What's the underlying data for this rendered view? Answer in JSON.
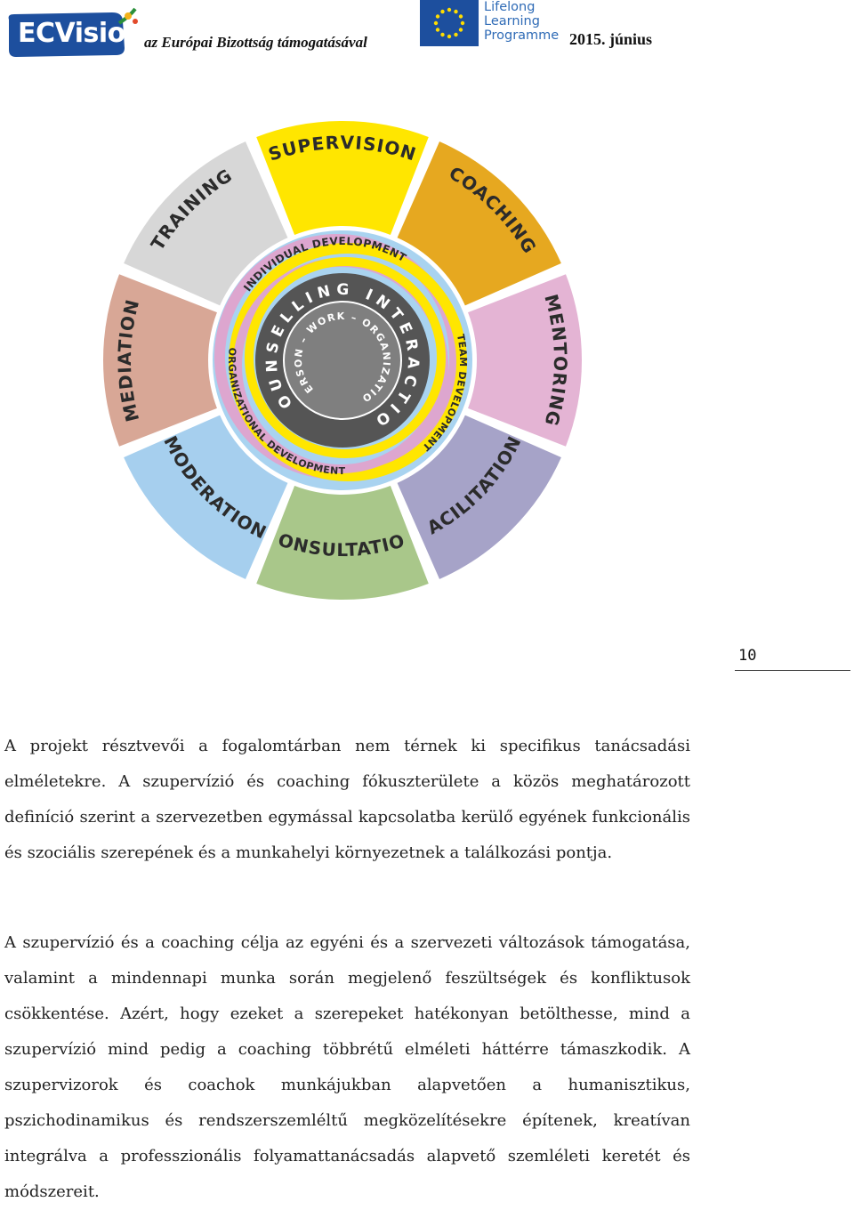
{
  "header": {
    "ecvision_logo_text": "ECVision",
    "tagline": "az Európai Bizottság támogatásával",
    "llp_logo_lines": [
      "Lifelong",
      "Learning",
      "Programme"
    ],
    "date": "2015. június"
  },
  "wheel": {
    "outer_segments": [
      {
        "label": "SUPERVISION",
        "color": "#ffe600"
      },
      {
        "label": "COACHING",
        "color": "#e6a820"
      },
      {
        "label": "MENTORING",
        "color": "#e4b4d4"
      },
      {
        "label": "FACILITATION",
        "color": "#a6a3c8"
      },
      {
        "label": "CONSULTATION",
        "color": "#a9c78a"
      },
      {
        "label": "MODERATION",
        "color": "#a6cfee"
      },
      {
        "label": "MEDIATION",
        "color": "#d8a796"
      },
      {
        "label": "TRAINING",
        "color": "#d7d7d7"
      }
    ],
    "ring_labels": {
      "individual": "INDIVIDUAL DEVELOPMENT",
      "team": "TEAM DEVELOPMENT",
      "organizational": "ORGANIZATIONAL DEVELOPMENT"
    },
    "inner_ring_text": "COUNSELLING INTERACTION",
    "core_text": "PERSON – WORK – ORGANIZATION",
    "ring_colors": {
      "yellow": "#ffe600",
      "pink": "#dda6cf",
      "blue": "#a9d3f0",
      "core": "#7f7f7f",
      "core_ring": "#555555"
    }
  },
  "page_number": "10",
  "paragraphs": [
    "A projekt résztvevői a fogalomtárban nem térnek ki specifikus tanácsadási elméletekre. A szupervízió és coaching fókuszterülete a közös meghatározott definíció szerint a szervezetben egymással kapcsolatba kerülő egyének funkcionális és szociális szerepének és a munkahelyi környezetnek a találkozási pontja.",
    "A szupervízió és a coaching célja az egyéni és a szervezeti változások támogatása, valamint a mindennapi munka során megjelenő feszültségek és konfliktusok csökkentése. Azért, hogy ezeket a szerepeket hatékonyan betölthesse, mind a szupervízió mind pedig a coaching többrétű elméleti háttérre támaszkodik. A szupervizorok és coachok munkájukban alapvetően a humanisztikus, pszichodinamikus és rendszerszemléltű megközelítésekre építenek, kreatívan integrálva a professzionális folyamattanácsadás alapvető szemléleti keretét és módszereit."
  ]
}
